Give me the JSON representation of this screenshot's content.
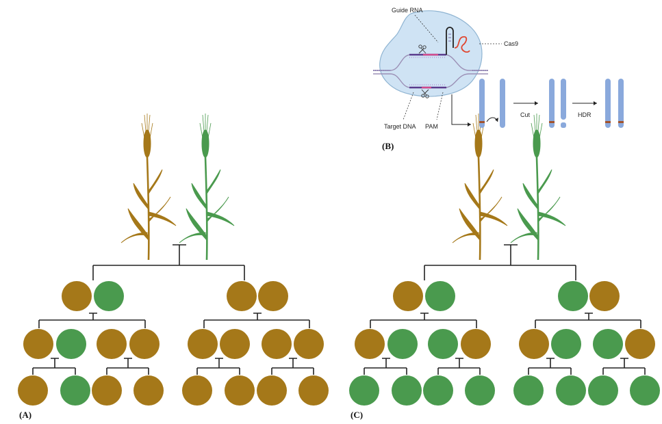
{
  "colors": {
    "brown": "#a57819",
    "green": "#4a9a4e",
    "cell_fill": "#cfe3f4",
    "cell_stroke": "#8fb4d2",
    "chromosome": "#8aa9dc",
    "dna_purple": "#5a3b8c",
    "rna_red": "#e0462f",
    "mark": "#a2532d"
  },
  "panel_a": {
    "label": "(A)",
    "plants": [
      "brown-wheat-plant",
      "green-wheat-plant"
    ],
    "gen1": [
      [
        "brown",
        "green"
      ],
      [
        "brown",
        "brown"
      ]
    ],
    "gen2": [
      [
        "brown",
        "green"
      ],
      [
        "brown",
        "brown"
      ],
      [
        "brown",
        "brown"
      ],
      [
        "brown",
        "brown"
      ]
    ],
    "gen3": [
      [
        "brown",
        "green"
      ],
      [
        "brown",
        "brown"
      ],
      [
        "brown",
        "brown"
      ],
      [
        "brown",
        "brown"
      ]
    ]
  },
  "panel_b": {
    "label": "(B)",
    "guide_rna": "Guide RNA",
    "cas9": "Cas9",
    "target_dna": "Target DNA",
    "pam": "PAM",
    "cut": "Cut",
    "hdr": "HDR"
  },
  "panel_c": {
    "label": "(C)",
    "plants": [
      "brown-wheat-plant",
      "green-wheat-plant"
    ],
    "gen1": [
      [
        "brown",
        "green"
      ],
      [
        "green",
        "brown"
      ]
    ],
    "gen2": [
      [
        "brown",
        "green"
      ],
      [
        "green",
        "brown"
      ],
      [
        "brown",
        "green"
      ],
      [
        "green",
        "brown"
      ]
    ],
    "gen3": [
      [
        "green",
        "green"
      ],
      [
        "green",
        "green"
      ],
      [
        "green",
        "green"
      ],
      [
        "green",
        "green"
      ]
    ]
  }
}
